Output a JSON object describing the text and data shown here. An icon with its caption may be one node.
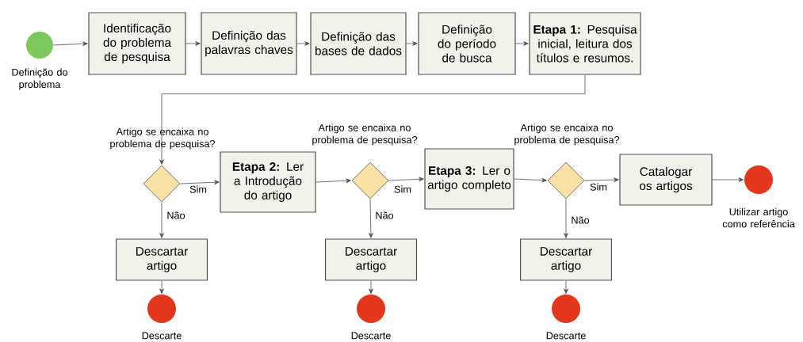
{
  "diagram": {
    "nodes": [
      {
        "text": [],
        "shape": "circle",
        "beside": [
          "Definição do problema"
        ]
      },
      {
        "text": [
          "Identificação do problema de pesquisa"
        ]
      },
      {
        "text": [
          "Definição das palavras chaves"
        ]
      },
      {
        "text": [
          "Definição das bases de dados"
        ]
      },
      {
        "text": [
          "Definição do período de busca"
        ]
      },
      {
        "text": [
          "**Etapa 1:** Pesquisa inicial, leitura dos títulos e resumos."
        ]
      },
      {
        "text": [],
        "shape": "diamond"
      },
      {
        "text": [
          "**Etapa 2:** Ler a Introdução do artigo"
        ]
      },
      {
        "text": [],
        "shape": "diamond"
      },
      {
        "text": [
          "**Etapa 3:** Ler o artigo completo"
        ]
      },
      {
        "text": [],
        "shape": "diamond"
      },
      {
        "text": [
          "Catalogar os artigos"
        ]
      },
      {
        "text": [],
        "shape": "circle",
        "beside": [
          "Utilizar artigo como referência"
        ]
      },
      {
        "text": [
          "Descartar artigo"
        ]
      },
      {
        "text": [],
        "shape": "circle",
        "beside": [
          "Descarte"
        ]
      },
      {
        "text": [
          "Descartar artigo"
        ]
      },
      {
        "text": [],
        "shape": "circle",
        "beside": [
          "Descarte"
        ]
      },
      {
        "text": [
          "Descartar artigo"
        ]
      },
      {
        "text": [],
        "shape": "circle",
        "beside": [
          "Descarte"
        ]
      }
    ],
    "edges": [
      {
        "from": 0,
        "to": 1,
        "arrow": "to"
      },
      {
        "from": 1,
        "to": 2,
        "arrow": "to"
      },
      {
        "from": 2,
        "to": 3,
        "arrow": "to"
      },
      {
        "from": 3,
        "to": 4,
        "arrow": "to"
      },
      {
        "from": 4,
        "to": 5,
        "arrow": "to"
      },
      {
        "from": 5,
        "to": 6,
        "arrow": "to"
      },
      {
        "from": 6,
        "to": 7,
        "arrow": "to",
        "label": "Sim"
      },
      {
        "from": 7,
        "to": 8,
        "arrow": "to"
      },
      {
        "from": 8,
        "to": 9,
        "arrow": "to",
        "label": "Sim"
      },
      {
        "from": 9,
        "to": 10,
        "arrow": "to"
      },
      {
        "from": 10,
        "to": 11,
        "arrow": "to",
        "label": "Sim"
      },
      {
        "from": 11,
        "to": 12,
        "arrow": "to"
      },
      {
        "from": 6,
        "to": 13,
        "arrow": "to",
        "label": "Não"
      },
      {
        "from": 13,
        "to": 14,
        "arrow": "to"
      },
      {
        "from": 8,
        "to": 15,
        "arrow": "to",
        "label": "Não"
      },
      {
        "from": 15,
        "to": 16,
        "arrow": "to"
      },
      {
        "from": 10,
        "to": 17,
        "arrow": "to",
        "label": "Não"
      },
      {
        "from": 17,
        "to": 18,
        "arrow": "to"
      }
    ],
    "labels": [
      "Artigo se encaixa no problema de pesquisa?",
      "Artigo se encaixa no problema de pesquisa?",
      "Artigo se encaixa no problema de pesquisa?"
    ]
  }
}
